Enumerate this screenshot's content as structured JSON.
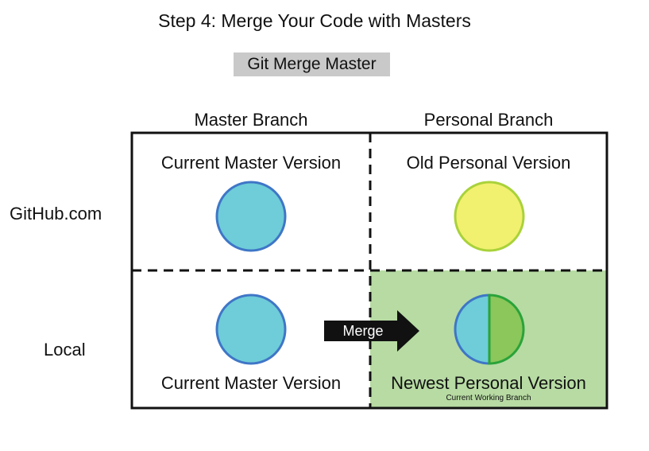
{
  "title": "Step 4: Merge Your Code with Masters",
  "badge": "Git Merge Master",
  "columns": {
    "left": "Master Branch",
    "right": "Personal Branch"
  },
  "rows": {
    "top": "GitHub.com",
    "bottom": "Local"
  },
  "quadrants": {
    "top_left": {
      "label": "Current Master Version",
      "circle_color": "#6ecdd8"
    },
    "top_right": {
      "label": "Old Personal Version",
      "circle_color": "#f2f06f"
    },
    "bottom_left": {
      "label": "Current Master Version",
      "circle_color": "#6ecdd8"
    },
    "bottom_right": {
      "label": "Newest Personal Version",
      "sublabel": "Current Working Branch",
      "background_color": "#b7dba3",
      "circle_left_color": "#6ecdd8",
      "circle_right_color": "#8bc75a"
    }
  },
  "arrow": {
    "label": "Merge"
  },
  "colors": {
    "blue_stroke": "#3f76c7",
    "yellow_stroke": "#a9d23a",
    "green_stroke": "#2aa33a",
    "badge_bg": "#c9c9c9"
  }
}
